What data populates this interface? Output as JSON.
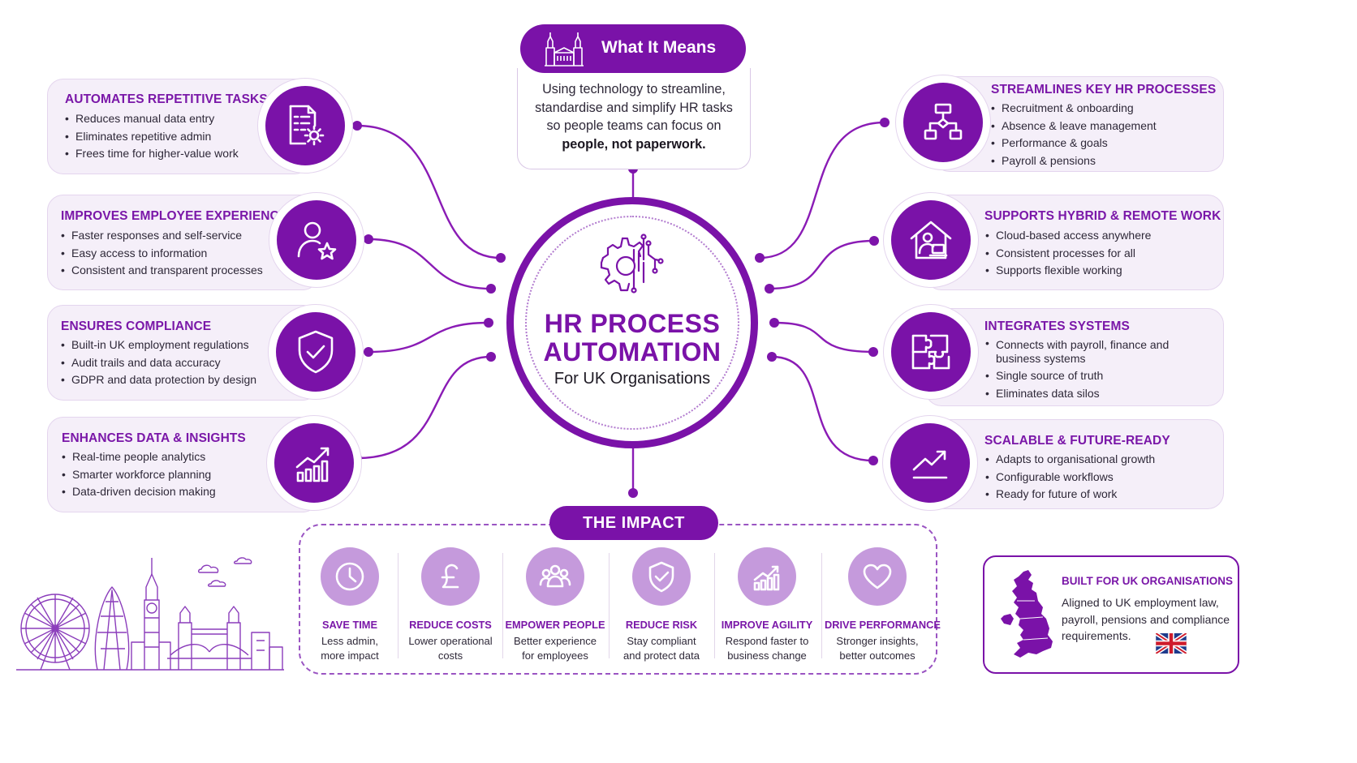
{
  "what_it_means": {
    "title": "What It Means",
    "line1": "Using technology to streamline,",
    "line2": "standardise and simplify HR tasks",
    "line3": "so people teams can focus on",
    "line4_bold": "people, not paperwork."
  },
  "center": {
    "title_line1": "HR PROCESS",
    "title_line2": "AUTOMATION",
    "subtitle": "For UK Organisations"
  },
  "left_cards": [
    {
      "title": "AUTOMATES REPETITIVE TASKS",
      "icon": "document-gear-icon",
      "items": [
        "Reduces manual data entry",
        "Eliminates repetitive admin",
        "Frees time for higher-value work"
      ]
    },
    {
      "title": "IMPROVES EMPLOYEE EXPERIENCE",
      "icon": "person-star-icon",
      "items": [
        "Faster responses and self-service",
        "Easy access to information",
        "Consistent and transparent processes"
      ]
    },
    {
      "title": "ENSURES COMPLIANCE",
      "icon": "shield-check-icon",
      "items": [
        "Built-in UK employment regulations",
        "Audit trails and data accuracy",
        "GDPR and data protection by design"
      ]
    },
    {
      "title": "ENHANCES DATA & INSIGHTS",
      "icon": "bar-chart-trend-icon",
      "items": [
        "Real-time people analytics",
        "Smarter workforce planning",
        "Data-driven decision making"
      ]
    }
  ],
  "right_cards": [
    {
      "title": "STREAMLINES KEY HR PROCESSES",
      "icon": "flowchart-icon",
      "items": [
        "Recruitment & onboarding",
        "Absence & leave management",
        "Performance & goals",
        "Payroll & pensions"
      ]
    },
    {
      "title": "SUPPORTS HYBRID & REMOTE WORK",
      "icon": "home-laptop-icon",
      "items": [
        "Cloud-based access anywhere",
        "Consistent processes for all",
        "Supports flexible working"
      ]
    },
    {
      "title": "INTEGRATES SYSTEMS",
      "icon": "puzzle-icon",
      "items": [
        "Connects with payroll, finance and business systems",
        "Single source of truth",
        "Eliminates data silos"
      ]
    },
    {
      "title": "SCALABLE & FUTURE-READY",
      "icon": "trend-up-icon",
      "items": [
        "Adapts to organisational growth",
        "Configurable workflows",
        "Ready for future of work"
      ]
    }
  ],
  "impact": {
    "title": "THE IMPACT",
    "items": [
      {
        "title": "SAVE TIME",
        "line1": "Less admin,",
        "line2": "more impact",
        "icon": "clock-icon"
      },
      {
        "title": "REDUCE COSTS",
        "line1": "Lower operational",
        "line2": "costs",
        "icon": "pound-icon"
      },
      {
        "title": "EMPOWER PEOPLE",
        "line1": "Better experience",
        "line2": "for employees",
        "icon": "people-group-icon"
      },
      {
        "title": "REDUCE RISK",
        "line1": "Stay compliant",
        "line2": "and protect data",
        "icon": "shield-check-icon"
      },
      {
        "title": "IMPROVE AGILITY",
        "line1": "Respond faster to",
        "line2": "business change",
        "icon": "bar-chart-trend-icon"
      },
      {
        "title": "DRIVE PERFORMANCE",
        "line1": "Stronger insights,",
        "line2": "better outcomes",
        "icon": "heart-icon"
      }
    ]
  },
  "uk_box": {
    "title": "BUILT FOR UK ORGANISATIONS",
    "text": "Aligned to UK employment law, payroll, pensions and compliance requirements."
  },
  "colors": {
    "primary": "#7a12a8",
    "card_bg": "#f5eff9",
    "impact_disc": "#c59adc"
  }
}
